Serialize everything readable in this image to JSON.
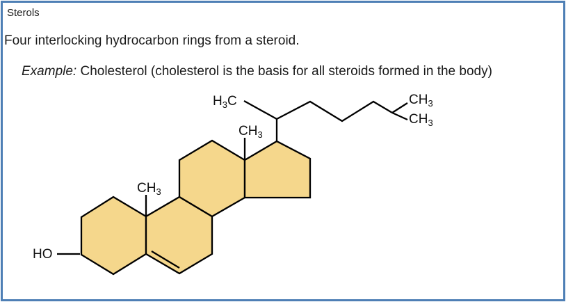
{
  "panel": {
    "border_color": "#4E7FB5",
    "title": "Sterols",
    "description": "Four interlocking hydrocarbon rings from a steroid.",
    "example": {
      "label": "Example:",
      "text": "Cholesterol (cholesterol is the basis for all steroids formed in the body)"
    }
  },
  "molecule": {
    "name": "cholesterol skeletal structure with four fused hydrocarbon rings",
    "ring_fill_color": "#F5D78C",
    "bond_color": "#000000",
    "labels": {
      "hydroxyl": "HO",
      "methyl_h3c": {
        "pre": "H",
        "sub": "3",
        "post": "C"
      },
      "methyl_ch3": {
        "pre": "CH",
        "sub": "3"
      }
    }
  }
}
